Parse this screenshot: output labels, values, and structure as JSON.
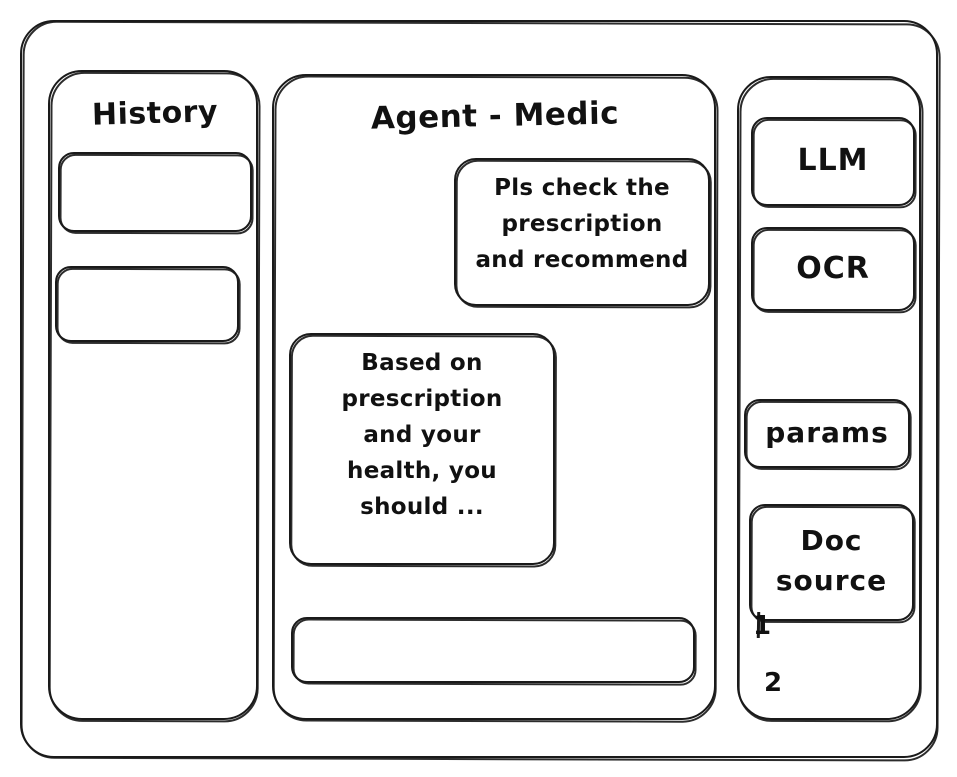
{
  "window": {
    "frame_name": "app-window"
  },
  "sidebar_left": {
    "title": "History",
    "items": [
      {
        "label": ""
      },
      {
        "label": ""
      }
    ]
  },
  "main": {
    "title": "Agent - Medic",
    "messages": [
      {
        "role": "user",
        "text": "Pls check the\nprescription\nand recommend"
      },
      {
        "role": "agent",
        "text": "Based on\nprescription\nand your\nhealth, you\nshould ..."
      }
    ],
    "composer": {
      "value": "",
      "placeholder": ""
    }
  },
  "sidebar_right": {
    "buttons": [
      {
        "label": "LLM"
      },
      {
        "label": "OCR"
      },
      {
        "label": "params"
      },
      {
        "label": "Doc\nsource"
      }
    ],
    "doc_source_items": [
      {
        "label": "1"
      },
      {
        "label": "2"
      }
    ]
  },
  "style": {
    "ink": "#1a1a1a",
    "paper": "#ffffff"
  }
}
